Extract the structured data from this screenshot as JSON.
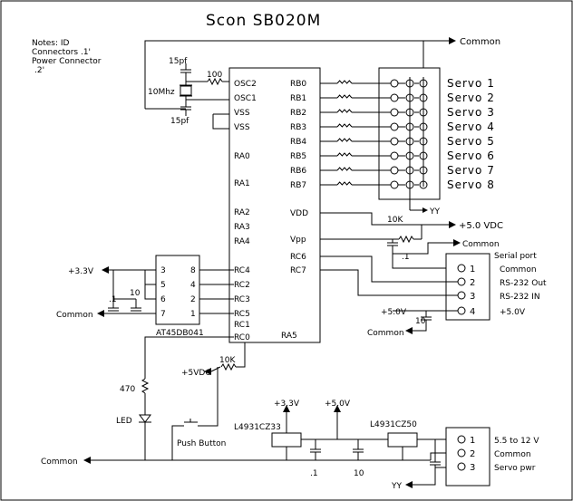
{
  "title": "Scon SB020M",
  "notes": {
    "line1": "Notes: ID",
    "line2": "Connectors .1'",
    "line3": "Power Connector",
    "line4": ".2'"
  },
  "crystal": {
    "cap_top": "15pf",
    "cap_bottom": "15pf",
    "freq": "10Mhz",
    "resistor": "100"
  },
  "mcu": {
    "left_pins": [
      "OSC2",
      "OSC1",
      "VSS",
      "VSS",
      "RA0",
      "RA1",
      "RA2",
      "RA3",
      "RA4",
      "RC4",
      "RC2",
      "RC3",
      "RC5",
      "RC1",
      "RC0"
    ],
    "right_pins": [
      "RB0",
      "RB1",
      "RB2",
      "RB3",
      "RB4",
      "RB5",
      "RB6",
      "RB7",
      "VDD",
      "Vpp",
      "RC6",
      "RC7"
    ],
    "bottom_pin": "RA5"
  },
  "servos": [
    "Servo 1",
    "Servo 2",
    "Servo 3",
    "Servo 4",
    "Servo 5",
    "Servo 6",
    "Servo 7",
    "Servo 8"
  ],
  "nets": {
    "common_top": "Common",
    "yy_top": "YY",
    "vdd_resistor": "10K",
    "vdd_supply": "+5.0 VDC",
    "serial_common": "Common",
    "serial_cap": ".1",
    "v33_left": "+3.3V",
    "common_left": "Common",
    "cap_left_a": ".1",
    "cap_left_b": "10",
    "rc0_resistor": "10K",
    "rc0_supply": "+5VDC",
    "led_resistor": "470",
    "led": "LED",
    "push_button": "Push Button",
    "common_bottom": "Common",
    "v33_reg": "+3.3V",
    "v50_reg": "+5.0V",
    "reg1": "L4931CZ33",
    "reg2": "L4931CZ50",
    "reg_cap_a": ".1",
    "reg_cap_b": "10",
    "yy_bottom": "YY"
  },
  "flash": {
    "name": "AT45DB041",
    "left_pins": [
      "3",
      "5",
      "6",
      "7"
    ],
    "right_pins": [
      "8",
      "4",
      "2",
      "1"
    ]
  },
  "serial": {
    "header": "Serial port",
    "pins": [
      "1",
      "2",
      "3",
      "4"
    ],
    "labels": [
      "Common",
      "RS-232 Out",
      "RS-232 IN",
      "+5.0V"
    ],
    "supply": "+5.0V",
    "cap": "10",
    "common": "Common"
  },
  "power": {
    "pins": [
      "1",
      "2",
      "3"
    ],
    "labels": [
      "5.5 to 12 V",
      "Common",
      "Servo pwr"
    ]
  }
}
